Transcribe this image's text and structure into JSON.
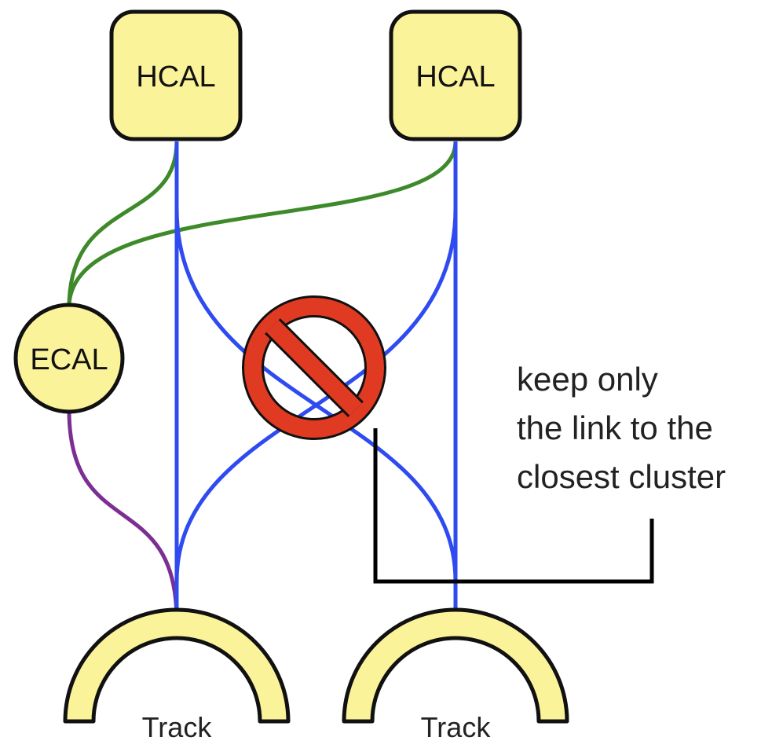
{
  "nodes": {
    "hcal_left": {
      "label": "HCAL"
    },
    "hcal_right": {
      "label": "HCAL"
    },
    "ecal": {
      "label": "ECAL"
    },
    "track_left": {
      "label": "Track"
    },
    "track_right": {
      "label": "Track"
    }
  },
  "annotation": {
    "lines": [
      "keep only",
      "the link to the",
      "closest cluster"
    ]
  },
  "colors": {
    "node_fill": "#FBF39A",
    "node_stroke": "#111111",
    "hcal_ecal_link": "#3E8A2A",
    "track_hcal_link": "#2F4BF0",
    "track_ecal_link": "#7B2F93",
    "forbidden_sign": "#E03A22",
    "callout_line": "#000000"
  },
  "icons": [
    "no-entry-sign-icon"
  ]
}
